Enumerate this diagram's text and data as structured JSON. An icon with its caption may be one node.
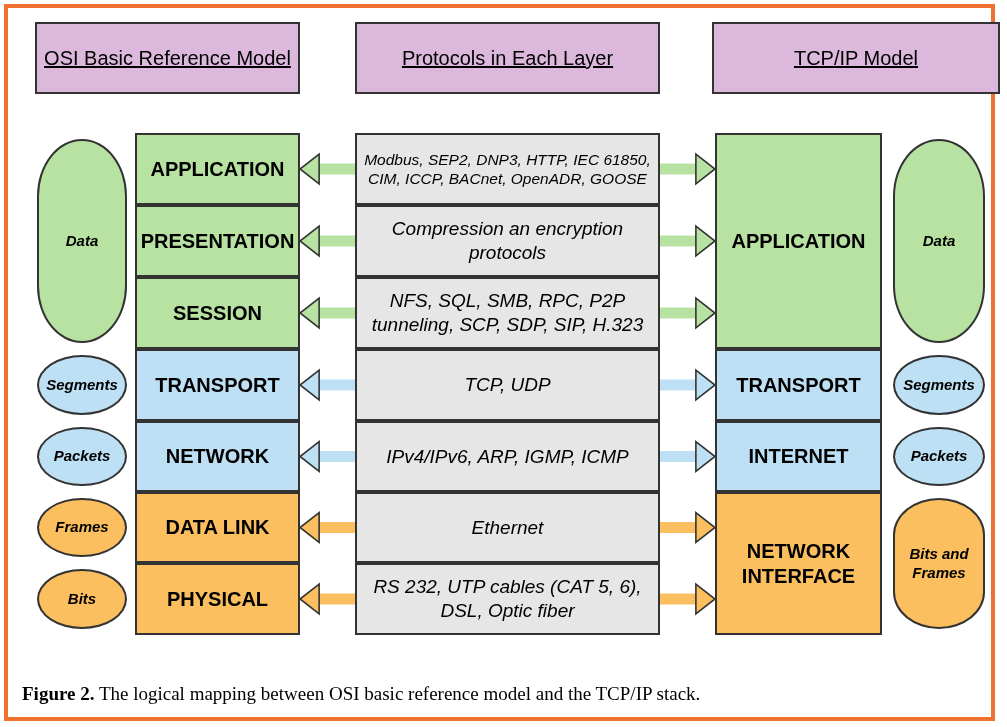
{
  "diagram": {
    "caption": "**Figure 2.** The logical mapping between OSI basic reference model and the TCP/IP stack.",
    "nodes": [
      {
        "text": [
          "OSI Basic Reference Model"
        ]
      },
      {
        "text": [
          "Protocols in Each Layer"
        ]
      },
      {
        "text": [
          "TCP/IP Model"
        ]
      },
      {
        "text": [
          "Data"
        ]
      },
      {
        "text": [
          "Segments"
        ]
      },
      {
        "text": [
          "Packets"
        ]
      },
      {
        "text": [
          "Frames"
        ]
      },
      {
        "text": [
          "Bits"
        ]
      },
      {
        "text": [
          "APPLICATION"
        ]
      },
      {
        "text": [
          "PRESENTATION"
        ]
      },
      {
        "text": [
          "SESSION"
        ]
      },
      {
        "text": [
          "TRANSPORT"
        ]
      },
      {
        "text": [
          "NETWORK"
        ]
      },
      {
        "text": [
          "DATA LINK"
        ]
      },
      {
        "text": [
          "PHYSICAL"
        ]
      },
      {
        "text": [
          "Modbus, SEP2, DNP3, HTTP, IEC 61850, CIM, ICCP, BACnet, OpenADR, GOOSE"
        ]
      },
      {
        "text": [
          "Compression an encryption protocols"
        ]
      },
      {
        "text": [
          "NFS, SQL, SMB, RPC, P2P tunneling, SCP, SDP, SIP, H.323"
        ]
      },
      {
        "text": [
          "TCP, UDP"
        ]
      },
      {
        "text": [
          "IPv4/IPv6, ARP, IGMP, ICMP"
        ]
      },
      {
        "text": [
          "Ethernet"
        ]
      },
      {
        "text": [
          "RS 232, UTP cables (CAT 5, 6), DSL, Optic fiber"
        ]
      },
      {
        "text": [
          "APPLICATION"
        ]
      },
      {
        "text": [
          "TRANSPORT"
        ]
      },
      {
        "text": [
          "INTERNET"
        ]
      },
      {
        "text": [
          "NETWORK INTERFACE"
        ]
      },
      {
        "text": [
          "Data"
        ]
      },
      {
        "text": [
          "Segments"
        ]
      },
      {
        "text": [
          "Packets"
        ]
      },
      {
        "text": [
          "Bits and Frames"
        ]
      }
    ],
    "edges": [
      {
        "from": 15,
        "to": 8,
        "arrow": "to"
      },
      {
        "from": 15,
        "to": 22,
        "arrow": "to"
      },
      {
        "from": 16,
        "to": 9,
        "arrow": "to"
      },
      {
        "from": 16,
        "to": 22,
        "arrow": "to"
      },
      {
        "from": 17,
        "to": 10,
        "arrow": "to"
      },
      {
        "from": 17,
        "to": 22,
        "arrow": "to"
      },
      {
        "from": 18,
        "to": 11,
        "arrow": "to",
        "color": "#bde0f5"
      },
      {
        "from": 18,
        "to": 23,
        "arrow": "to",
        "color": "#bde0f5"
      },
      {
        "from": 19,
        "to": 12,
        "arrow": "to",
        "color": "#bde0f5"
      },
      {
        "from": 19,
        "to": 24,
        "arrow": "to",
        "color": "#bde0f5"
      },
      {
        "from": 20,
        "to": 13,
        "arrow": "to",
        "color": "#fbbf5f"
      },
      {
        "from": 20,
        "to": 25,
        "arrow": "to",
        "color": "#fbbf5f"
      },
      {
        "from": 21,
        "to": 14,
        "arrow": "to",
        "color": "#fbbf5f"
      },
      {
        "from": 21,
        "to": 25,
        "arrow": "to",
        "color": "#fbbf5f"
      }
    ]
  }
}
